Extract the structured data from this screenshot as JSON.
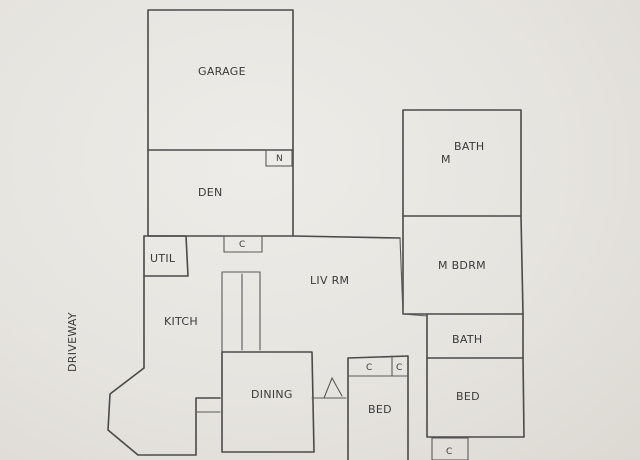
{
  "rooms": {
    "garage": "GARAGE",
    "den": "DEN",
    "den_marker": "N",
    "util": "UTIL",
    "closet_util": "C",
    "kitchen": "KITCH",
    "living": "LIV RM",
    "dining": "DINING",
    "bed_center": "BED",
    "bed_center_closet_a": "C",
    "bed_center_closet_b": "C",
    "master_bath_m": "M",
    "master_bath": "BATH",
    "master_bedroom": "M BDRM",
    "bath": "BATH",
    "bed_right": "BED",
    "bed_right_closet": "C"
  },
  "outside": {
    "driveway": "DRIVEWAY"
  }
}
